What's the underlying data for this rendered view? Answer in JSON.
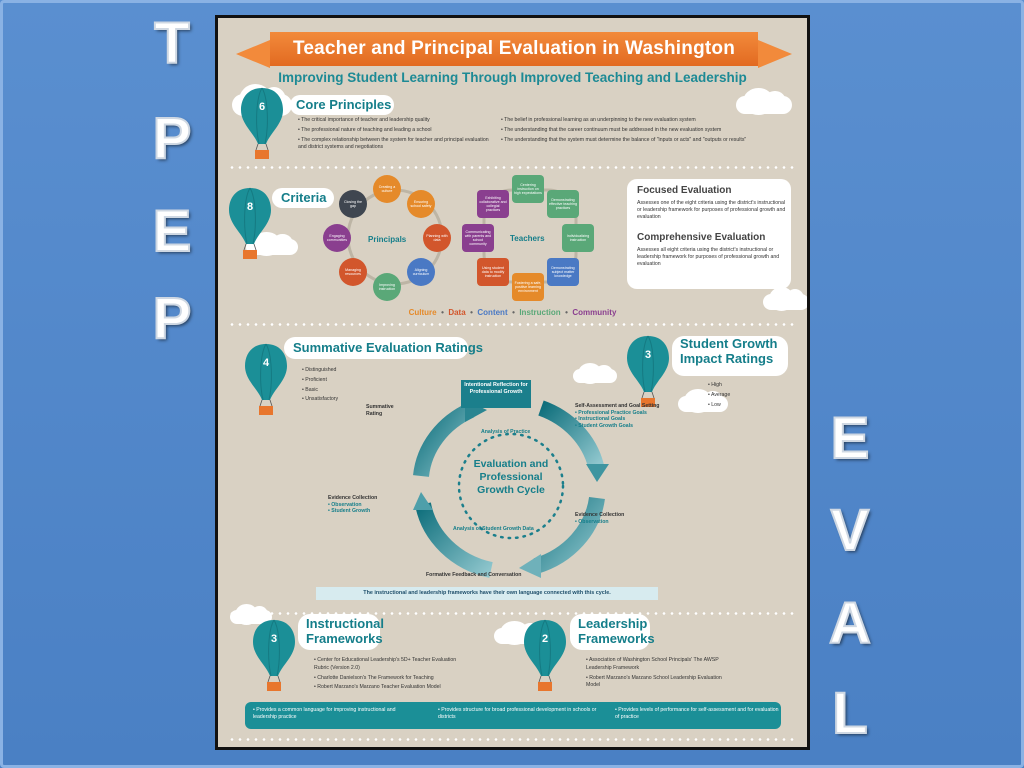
{
  "side_letters": {
    "left": [
      "T",
      "P",
      "E",
      "P"
    ],
    "right": [
      "E",
      "V",
      "A",
      "L"
    ]
  },
  "poster": {
    "title": "Teacher and Principal Evaluation in Washington",
    "subtitle": "Improving Student Learning Through Improved Teaching and Leadership",
    "core": {
      "count": "6",
      "title": "Core Principles",
      "left_bullets": [
        "• The critical importance of teacher and leadership quality",
        "• The professional nature of teaching and leading a school",
        "• The complex relationship between the system for teacher and principal evaluation and district systems and negotiations"
      ],
      "right_bullets": [
        "• The belief in professional learning as an underpinning to the new evaluation system",
        "• The understanding that the career continuum must be addressed in the new evaluation system",
        "• The understanding that the system must determine the balance of \"inputs or acts\" and \"outputs or results\""
      ]
    },
    "criteria": {
      "count": "8",
      "title": "Criteria",
      "principals_label": "Principals",
      "teachers_label": "Teachers",
      "principal_nodes": [
        "Creating a culture",
        "Ensuring school safety",
        "Planning with data",
        "Aligning curriculum",
        "Improving instruction",
        "Managing resources",
        "Engaging communities",
        "Closing the gap"
      ],
      "teacher_nodes": [
        "Centering instruction on high expectations",
        "Demonstrating effective teaching practices",
        "Individualizing instruction",
        "Demonstrating subject matter knowledge",
        "Fostering a safe, positive learning environment",
        "Using student data to modify instruction",
        "Communicating with parents and school community",
        "Exhibiting collaborative and collegial practices"
      ],
      "focused_title": "Focused Evaluation",
      "focused_text": "Assesses one of the eight criteria using the district's instructional or leadership framework for purposes of professional growth and evaluation",
      "comprehensive_title": "Comprehensive Evaluation",
      "comprehensive_text": "Assesses all eight criteria using the district's instructional or leadership framework for purposes of professional growth and evaluation",
      "legend": [
        {
          "label": "Culture",
          "color": "#e58a2a"
        },
        {
          "label": "Data",
          "color": "#d2562c"
        },
        {
          "label": "Content",
          "color": "#4a79c4"
        },
        {
          "label": "Instruction",
          "color": "#5aa878"
        },
        {
          "label": "Community",
          "color": "#8a3f8f"
        }
      ]
    },
    "summative": {
      "count": "4",
      "title": "Summative Evaluation Ratings",
      "items": [
        "• Distinguished",
        "• Proficient",
        "• Basic",
        "• Unsatisfactory"
      ]
    },
    "growth": {
      "count": "3",
      "title_line1": "Student Growth",
      "title_line2": "Impact Ratings",
      "items": [
        "• High",
        "• Average",
        "• Low"
      ]
    },
    "cycle": {
      "title_line1": "Evaluation and",
      "title_line2": "Professional",
      "title_line3": "Growth Cycle",
      "top_box": "Intentional Reflection for Professional Growth",
      "inner_top": "Analysis of Practice",
      "inner_bottom": "Analysis of Student Growth Data",
      "summative_rating": "Summative Rating",
      "self_assessment": "Self-Assessment and Goal Setting",
      "self_items": [
        "• Professional Practice Goals",
        "• Instructional Goals",
        "• Student Growth Goals"
      ],
      "evidence_left": "Evidence Collection",
      "evidence_left_items": [
        "• Observation",
        "• Student Growth"
      ],
      "evidence_right": "Evidence Collection",
      "evidence_right_items": [
        "• Observation"
      ],
      "formative": "Formative Feedback and Conversation",
      "strip": "The instructional and leadership frameworks have their own language connected with this cycle."
    },
    "instructional": {
      "count": "3",
      "title_line1": "Instructional",
      "title_line2": "Frameworks",
      "items": [
        "• Center for Educational Leadership's 5D+ Teacher Evaluation Rubric (Version 2.0)",
        "• Charlotte Danielson's The Framework for Teaching",
        "• Robert Marzano's Marzano Teacher Evaluation Model"
      ]
    },
    "leadership": {
      "count": "2",
      "title_line1": "Leadership",
      "title_line2": "Frameworks",
      "items": [
        "• Association of Washington School Principals' The AWSP Leadership Framework",
        "• Robert Marzano's Marzano School Leadership Evaluation Model"
      ]
    },
    "bottom_bar": [
      "• Provides a common language for improving instructional and leadership practice",
      "• Provides structure for broad professional development in schools or districts",
      "• Provides levels of performance for self-assessment and for evaluation of practice"
    ],
    "colors": {
      "teal": "#1b8f97",
      "orange": "#e8762d",
      "poster_bg": "#d9d1c3"
    }
  }
}
